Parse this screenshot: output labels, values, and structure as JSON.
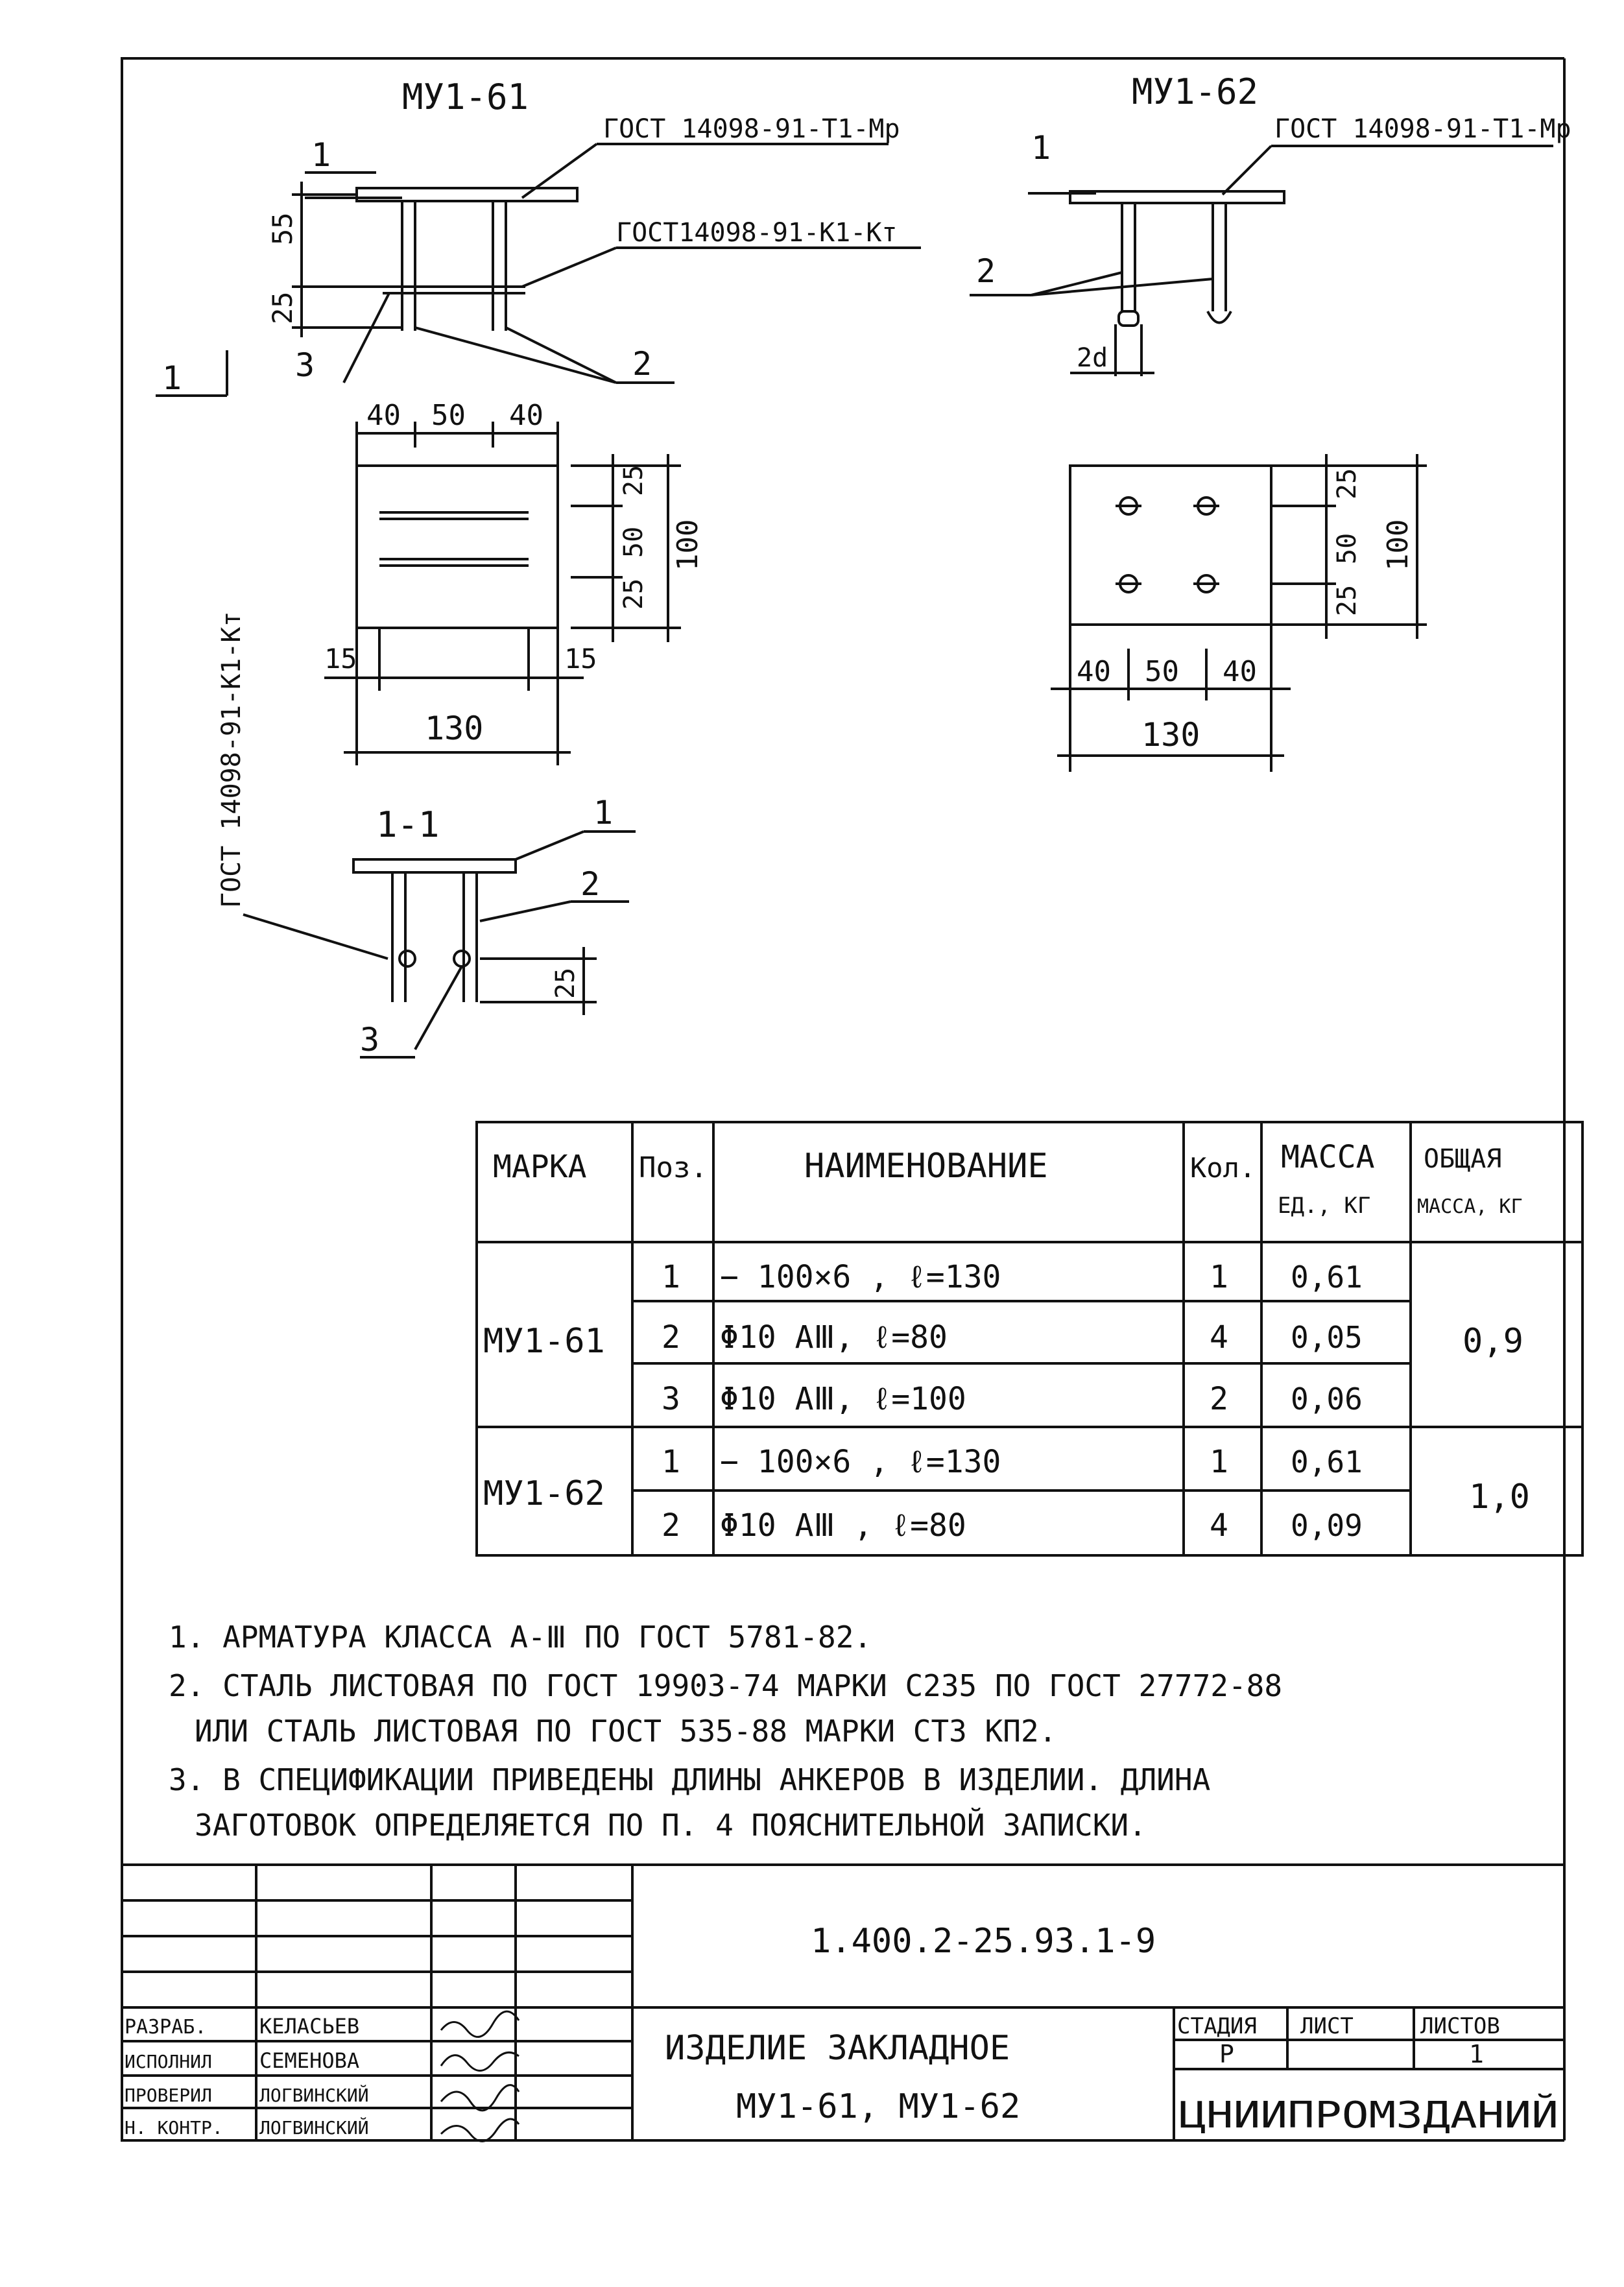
{
  "views": {
    "my161_title": "МУ1-61",
    "my162_title": "МУ1-62",
    "section_title": "1-1",
    "section_mark": "1",
    "weld_tmp": "ГОСТ 14098-91-Т1-Мр",
    "weld_k1": "ГОСТ14098-91-К1-Кт",
    "weld_k1_vertical": "ГОСТ 14098-91-К1-Кт",
    "weld_tmp_62": "ГОСТ 14098-91-Т1-Мр",
    "dim_55": "55",
    "dim_25": "25",
    "dim_40": "40",
    "dim_50": "50",
    "dim_100": "100",
    "dim_15": "15",
    "dim_130": "130",
    "dim_2d": "2d",
    "pos_1": "1",
    "pos_2": "2",
    "pos_3": "3"
  },
  "spec_table": {
    "headers": {
      "mark": "МАРКА",
      "pos": "Поз.",
      "name": "НАИМЕНОВАНИЕ",
      "qty": "Кол.",
      "mass_unit_1": "МАССА",
      "mass_unit_2": "ЕД., КГ",
      "mass_total_1": "ОБЩАЯ",
      "mass_total_2": "МАССА, КГ"
    },
    "rows": [
      {
        "pos": "1",
        "name": "− 100×6 , ℓ=130",
        "qty": "1",
        "mass": "0,61"
      },
      {
        "pos": "2",
        "name": "Φ10 АⅢ, ℓ=80",
        "qty": "4",
        "mass": "0,05"
      },
      {
        "pos": "3",
        "name": "Φ10 АⅢ, ℓ=100",
        "qty": "2",
        "mass": "0,06"
      },
      {
        "pos": "1",
        "name": "− 100×6 , ℓ=130",
        "qty": "1",
        "mass": "0,61"
      },
      {
        "pos": "2",
        "name": "Φ10 АⅢ , ℓ=80",
        "qty": "4",
        "mass": "0,09"
      }
    ],
    "groups": [
      {
        "mark": "МУ1-61",
        "total": "0,9"
      },
      {
        "mark": "МУ1-62",
        "total": "1,0"
      }
    ]
  },
  "notes": [
    "1. АРМАТУРА КЛАССА А-Ⅲ ПО ГОСТ 5781-82.",
    "2. СТАЛЬ ЛИСТОВАЯ ПО ГОСТ 19903-74 МАРКИ С235 ПО ГОСТ 27772-88",
    "ИЛИ СТАЛЬ ЛИСТОВАЯ ПО ГОСТ 535-88 МАРКИ СТ3 КП2.",
    "3. В СПЕЦИФИКАЦИИ ПРИВЕДЕНЫ ДЛИНЫ АНКЕРОВ В ИЗДЕЛИИ. ДЛИНА",
    "ЗАГОТОВОК ОПРЕДЕЛЯЕТСЯ ПО П. 4 ПОЯСНИТЕЛЬНОЙ ЗАПИСКИ."
  ],
  "title_block": {
    "doc_code": "1.400.2-25.93.1-9",
    "title_line1": "ИЗДЕЛИЕ ЗАКЛАДНОЕ",
    "title_line2": "МУ1-61, МУ1-62",
    "stage_label": "СТАДИЯ",
    "sheet_label": "ЛИСТ",
    "sheets_label": "ЛИСТОВ",
    "stage_value": "Р",
    "sheets_value": "1",
    "org": "ЦНИИПРОМЗДАНИЙ",
    "signers": [
      {
        "role": "РАЗРАБ.",
        "name": "КЕЛАСЬЕВ"
      },
      {
        "role": "ИСПОЛНИЛ",
        "name": "СЕМЕНОВА"
      },
      {
        "role": "ПРОВЕРИЛ",
        "name": "ЛОГВИНСКИЙ"
      },
      {
        "role": "Н. КОНТР.",
        "name": "ЛОГВИНСКИЙ"
      }
    ]
  }
}
